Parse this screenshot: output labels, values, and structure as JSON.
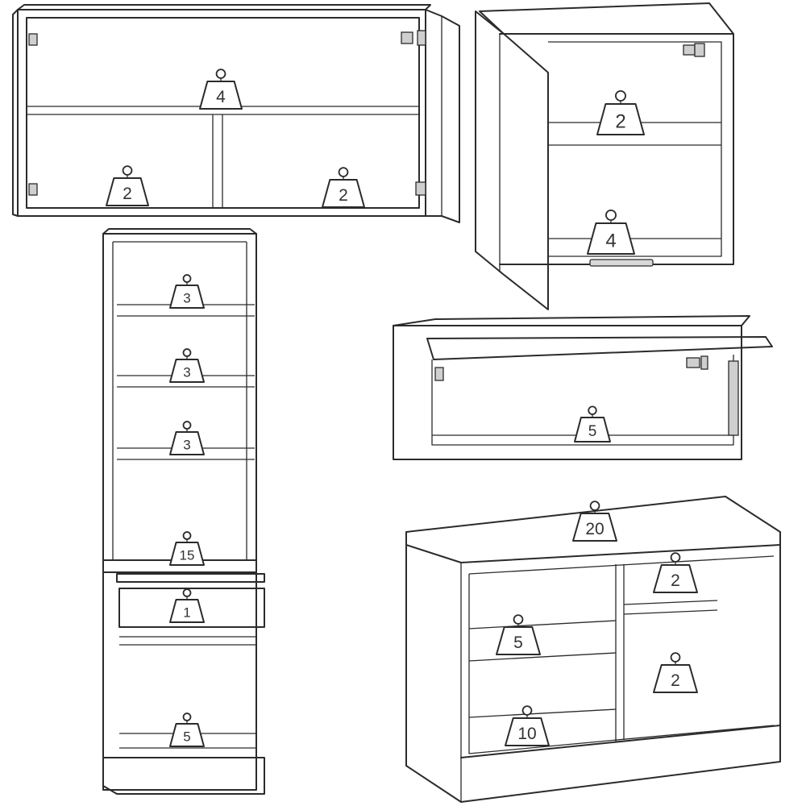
{
  "weight_unit": "kg",
  "cabinets": [
    {
      "name": "wide-wall-cabinet-two-doors",
      "loads": [
        {
          "name": "upper-shelf",
          "label": "4"
        },
        {
          "name": "bottom-left",
          "label": "2"
        },
        {
          "name": "bottom-right",
          "label": "2"
        }
      ]
    },
    {
      "name": "wall-cabinet-single-door",
      "loads": [
        {
          "name": "shelf",
          "label": "2"
        },
        {
          "name": "bottom",
          "label": "4"
        }
      ]
    },
    {
      "name": "tall-open-shelf-unit",
      "loads": [
        {
          "name": "shelf-1",
          "label": "3"
        },
        {
          "name": "shelf-2",
          "label": "3"
        },
        {
          "name": "shelf-3",
          "label": "3"
        },
        {
          "name": "countertop",
          "label": "15"
        },
        {
          "name": "drawer",
          "label": "1"
        },
        {
          "name": "bottom",
          "label": "5"
        }
      ]
    },
    {
      "name": "wall-cabinet-lift-up-door",
      "loads": [
        {
          "name": "bottom",
          "label": "5"
        }
      ]
    },
    {
      "name": "base-cabinet",
      "loads": [
        {
          "name": "top",
          "label": "20"
        },
        {
          "name": "drawer-upper",
          "label": "2"
        },
        {
          "name": "drawer-lower",
          "label": "2"
        },
        {
          "name": "shelf",
          "label": "5"
        },
        {
          "name": "bottom",
          "label": "10"
        }
      ]
    }
  ]
}
